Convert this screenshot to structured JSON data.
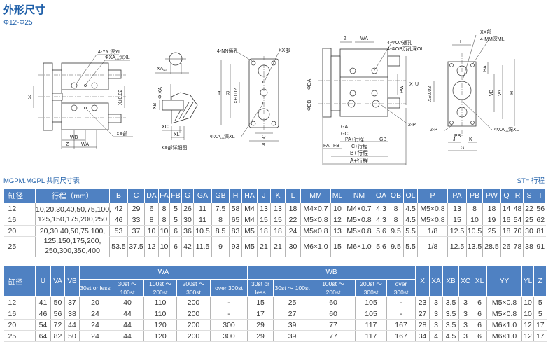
{
  "header": {
    "title": "外形尺寸",
    "range": "Φ12-Φ25"
  },
  "drawings": {
    "front": {
      "yy": "4-YY 深YL",
      "xa": "ΦXA",
      "xa_sub": "H9",
      "xa_tail": "深XL",
      "x": "X",
      "x_tol": "X±0.02",
      "xx": "XX部",
      "wb": "WB",
      "z": "Z",
      "wa": "WA"
    },
    "detail": {
      "xa": "XA",
      "xa_sub": "H9",
      "phi_xa": "Φ XA",
      "xb": "XB",
      "xc": "XC",
      "xl": "XL",
      "caption": "XX部详细图"
    },
    "end": {
      "nn": "4-NN通孔",
      "xx": "XX部",
      "t": "T",
      "r": "R",
      "x_tol": "X±0.02",
      "xa": "ΦXA",
      "xa_sub": "H9",
      "xa_tail": "深XL",
      "q": "Q",
      "s": "S"
    },
    "side": {
      "z": "Z",
      "wa": "WA",
      "oa": "4-ΦOA通孔",
      "ob": "4-ΦOB沉孔深OL",
      "da": "ΦDA",
      "db": "ΦDB",
      "pw": "PW",
      "x": "X",
      "u": "U",
      "p": "2-P",
      "ga": "GA",
      "gc": "GC",
      "pa": "PA+行程",
      "gb": "GB",
      "c": "C+行程",
      "fa": "FA",
      "fb": "FB",
      "b": "B+行程",
      "a": "A+行程"
    },
    "rear": {
      "xx": "XX部",
      "l": "L",
      "mm": "4-MM深ML",
      "ha": "HA",
      "x_tol": "X±0.02",
      "vb": "VB",
      "va": "VA",
      "h": "H",
      "p": "2-P",
      "pb": "PB",
      "xa": "ΦXA",
      "xa_sub": "H9",
      "xa_tail": "深XL",
      "j": "J",
      "k": "K",
      "g": "G"
    }
  },
  "table1": {
    "label": "MGPM.MGPL 共同尺寸表",
    "note": "ST= 行程",
    "headers": [
      "缸径",
      "行程（mm）",
      "B",
      "C",
      "DA",
      "FA",
      "FB",
      "G",
      "GA",
      "GB",
      "H",
      "HA",
      "J",
      "K",
      "L",
      "MM",
      "ML",
      "NM",
      "OA",
      "OB",
      "OL",
      "P",
      "PA",
      "PB",
      "PW",
      "Q",
      "R",
      "S",
      "T"
    ],
    "strokes": [
      [
        "10,20,30,40,50,75,100,",
        "125,150,175,200,250"
      ],
      [
        "20,30,40,50,75,100,",
        "125,150,175,200,",
        "250,300,350,400"
      ]
    ],
    "rows": [
      [
        "12",
        "42",
        "29",
        "6",
        "8",
        "5",
        "26",
        "11",
        "7.5",
        "58",
        "M4",
        "13",
        "13",
        "18",
        "M4×0.7",
        "10",
        "M4×0.7",
        "4.3",
        "8",
        "4.5",
        "M5×0.8",
        "13",
        "8",
        "18",
        "14",
        "48",
        "22",
        "56"
      ],
      [
        "16",
        "46",
        "33",
        "8",
        "8",
        "5",
        "30",
        "11",
        "8",
        "65",
        "M4",
        "15",
        "15",
        "22",
        "M5×0.8",
        "12",
        "M5×0.8",
        "4.3",
        "8",
        "4.5",
        "M5×0.8",
        "15",
        "10",
        "19",
        "16",
        "54",
        "25",
        "62"
      ],
      [
        "20",
        "53",
        "37",
        "10",
        "10",
        "6",
        "36",
        "10.5",
        "8.5",
        "83",
        "M5",
        "18",
        "18",
        "24",
        "M5×0.8",
        "13",
        "M5×0.8",
        "5.6",
        "9.5",
        "5.5",
        "1/8",
        "12.5",
        "10.5",
        "25",
        "18",
        "70",
        "30",
        "81"
      ],
      [
        "25",
        "53.5",
        "37.5",
        "12",
        "10",
        "6",
        "42",
        "11.5",
        "9",
        "93",
        "M5",
        "21",
        "21",
        "30",
        "M6×1.0",
        "15",
        "M6×1.0",
        "5.6",
        "9.5",
        "5.5",
        "1/8",
        "12.5",
        "13.5",
        "28.5",
        "26",
        "78",
        "38",
        "91"
      ]
    ]
  },
  "table2": {
    "headers": {
      "bore": "缸径",
      "u": "U",
      "va": "VA",
      "vb": "VB",
      "wa": "WA",
      "wb": "WB",
      "x": "X",
      "xa": "XA",
      "xb": "XB",
      "xc": "XC",
      "xl": "XL",
      "yy": "YY",
      "yl": "YL",
      "z": "Z"
    },
    "wa_sub": [
      [
        "30st or less",
        ""
      ],
      [
        "30st ～",
        "100st"
      ],
      [
        "100st ～",
        "200st"
      ],
      [
        "200st ～",
        "300st"
      ],
      [
        "over 300st",
        ""
      ]
    ],
    "wb_sub": [
      [
        "30st or",
        "less"
      ],
      [
        "30st ～ 100st",
        ""
      ],
      [
        "100st ～",
        "200st"
      ],
      [
        "200st ～",
        "300st"
      ],
      [
        "over",
        "300st"
      ]
    ],
    "rows": [
      [
        "12",
        "41",
        "50",
        "37",
        "20",
        "40",
        "110",
        "200",
        "-",
        "15",
        "25",
        "60",
        "105",
        "-",
        "23",
        "3",
        "3.5",
        "3",
        "6",
        "M5×0.8",
        "10",
        "5"
      ],
      [
        "16",
        "46",
        "56",
        "38",
        "24",
        "44",
        "110",
        "200",
        "-",
        "17",
        "27",
        "60",
        "105",
        "-",
        "27",
        "3",
        "3.5",
        "3",
        "6",
        "M5×0.8",
        "10",
        "5"
      ],
      [
        "20",
        "54",
        "72",
        "44",
        "24",
        "44",
        "120",
        "200",
        "300",
        "29",
        "39",
        "77",
        "117",
        "167",
        "28",
        "3",
        "3.5",
        "3",
        "6",
        "M6×1.0",
        "12",
        "17"
      ],
      [
        "25",
        "64",
        "82",
        "50",
        "24",
        "44",
        "120",
        "200",
        "300",
        "29",
        "39",
        "77",
        "117",
        "167",
        "34",
        "4",
        "4.5",
        "3",
        "6",
        "M6×1.0",
        "12",
        "17"
      ]
    ]
  }
}
